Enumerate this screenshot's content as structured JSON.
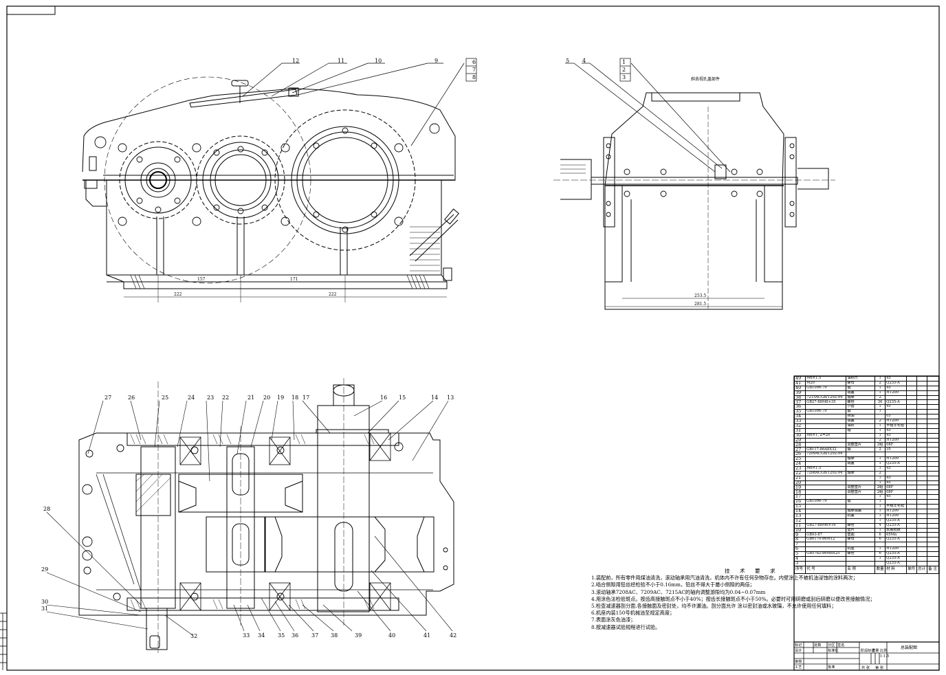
{
  "drawing": {
    "part_numbers_top_front": [
      "12",
      "11",
      "10",
      "9",
      "6",
      "7",
      "8"
    ],
    "part_numbers_top_side": [
      "5",
      "4",
      "1",
      "2",
      "3"
    ],
    "side_view_note": "斜去视孔盖部件",
    "dims_front": [
      "222",
      "222",
      "157",
      "171"
    ],
    "dims_side": [
      "253.5",
      "281.5"
    ],
    "part_numbers_bottom_top": [
      "27",
      "26",
      "25",
      "24",
      "23",
      "22",
      "21",
      "20",
      "19",
      "18",
      "17",
      "16",
      "15",
      "14",
      "13"
    ],
    "part_numbers_bottom_left": [
      "28",
      "29",
      "30",
      "31"
    ],
    "part_numbers_bottom_bottom": [
      "32",
      "33",
      "34",
      "35",
      "36",
      "37",
      "38",
      "39",
      "40",
      "41",
      "42"
    ]
  },
  "tech_requirements": {
    "title": "技 术 要 求",
    "items": [
      "1.装配前，所有零件用煤油清洗，滚动轴承用汽油清洗，机体内不许有任何杂物存在。内壁涂上不被机油浸蚀的涂料两次；",
      "2.啮合侧隙用铅丝经检验不小于0.16mm，铅丝不得大于最小侧隙的两倍；",
      "3.滚动轴承7208AC、7209AC、7215AC的轴向调整游隙均为0.04~0.07mm",
      "4.用涂色法检验斑点。按齿高接触斑点不小于40%；按齿长接触斑点不小于50%。必要时可用研磨或刮后研磨以便改善接触情况；",
      "5.检查减速器剖分面.各接触面及密封处，均不许漏油。剖分面允许  涂以密封油或水玻璃，不允许使用任何填料；",
      "6.机座内装150号机械油至规定高度；",
      "7.表面涂灰色油漆；",
      "8.按减速器试验规程进行试验。"
    ]
  },
  "bom": {
    "rows": [
      {
        "no": "49",
        "code": "M6×1.5",
        "name": "油标尺",
        "qty": "1",
        "mat": "45"
      },
      {
        "no": "41",
        "code": "M20",
        "name": "螺母",
        "qty": "2",
        "mat": "Q235-A"
      },
      {
        "no": "40",
        "code": "GB1096-79",
        "name": "键",
        "qty": "1",
        "mat": "45"
      },
      {
        "no": "39",
        "code": "",
        "name": "端盖",
        "qty": "1",
        "mat": "HT200"
      },
      {
        "no": "38",
        "code": "7215ACGB/T292-94",
        "name": "轴承",
        "qty": "2",
        "mat": ""
      },
      {
        "no": "37",
        "code": "GB27-88M8×35",
        "name": "螺栓",
        "qty": "36",
        "mat": "Q235-A"
      },
      {
        "no": "36",
        "code": "",
        "name": "小齿",
        "qty": "1",
        "mat": "45"
      },
      {
        "no": "35",
        "code": "GB1096-79",
        "name": "键",
        "qty": "1",
        "mat": ""
      },
      {
        "no": "34",
        "code": "",
        "name": "挡油",
        "qty": "",
        "mat": "05"
      },
      {
        "no": "33",
        "code": "",
        "name": "端盖",
        "qty": "2",
        "mat": "HT200"
      },
      {
        "no": "32",
        "code": "",
        "name": "油封",
        "qty": "1",
        "mat": "半粗羊毛毡"
      },
      {
        "no": "31",
        "code": "",
        "name": "轴",
        "qty": "1",
        "mat": "45"
      },
      {
        "no": "30",
        "code": "M6×1, Z=20",
        "name": "",
        "qty": "1",
        "mat": "45"
      },
      {
        "no": "29",
        "code": "",
        "name": "",
        "qty": "2",
        "mat": "HT200"
      },
      {
        "no": "28",
        "code": "",
        "name": "调整垫片",
        "qty": "2组",
        "mat": "08F"
      },
      {
        "no": "27",
        "code": "GB117-86A8X32",
        "name": "销",
        "qty": "2",
        "mat": "35"
      },
      {
        "no": "26",
        "code": "7209ACGB/T292-94",
        "name": "",
        "qty": "",
        "mat": ""
      },
      {
        "no": "25",
        "code": "",
        "name": "轴承",
        "qty": "1",
        "mat": "HT200"
      },
      {
        "no": "24",
        "code": "",
        "name": "端盖",
        "qty": "1",
        "mat": "Q235-A"
      },
      {
        "no": "23",
        "code": "M6×1.5",
        "name": "",
        "qty": "1",
        "mat": "45"
      },
      {
        "no": "22",
        "code": "7208ACGB/T292-94",
        "name": "轴承",
        "qty": "2",
        "mat": ""
      },
      {
        "no": "21",
        "code": "",
        "name": "",
        "qty": "1",
        "mat": "45"
      },
      {
        "no": "20",
        "code": "",
        "name": "",
        "qty": "1",
        "mat": "45"
      },
      {
        "no": "19",
        "code": "",
        "name": "调整垫片",
        "qty": "2组",
        "mat": "08F"
      },
      {
        "no": "18",
        "code": "",
        "name": "调整垫片",
        "qty": "2组",
        "mat": "08F"
      },
      {
        "no": "17",
        "code": "",
        "name": "",
        "qty": "1",
        "mat": "45"
      },
      {
        "no": "16",
        "code": "GB1096-79",
        "name": "键",
        "qty": "1",
        "mat": ""
      },
      {
        "no": "15",
        "code": "",
        "name": "",
        "qty": "1",
        "mat": "半粗羊毛毡"
      },
      {
        "no": "14",
        "code": "",
        "name": "轴承端盖",
        "qty": "1",
        "mat": "HT200"
      },
      {
        "no": "13",
        "code": "",
        "name": "机盖",
        "qty": "1",
        "mat": "HT200"
      },
      {
        "no": "12",
        "code": "",
        "name": "",
        "qty": "1",
        "mat": "Q235-A"
      },
      {
        "no": "11",
        "code": "GB27-88M6×16",
        "name": "螺栓",
        "qty": "4",
        "mat": "Q235-A"
      },
      {
        "no": "10",
        "code": "",
        "name": "垫片",
        "qty": "1",
        "mat": "软钢纸板"
      },
      {
        "no": "9",
        "code": "GB93-87",
        "name": "垫圈",
        "qty": "6",
        "mat": "65Mn"
      },
      {
        "no": "8",
        "code": "GB6170-86M12",
        "name": "螺母",
        "qty": "6",
        "mat": "Q235-A"
      },
      {
        "no": "7",
        "code": "",
        "name": "",
        "qty": "",
        "mat": ""
      },
      {
        "no": "6",
        "code": "",
        "name": "机座",
        "qty": "1",
        "mat": "HT200"
      },
      {
        "no": "5",
        "code": "GB5782-86M8X25",
        "name": "螺栓",
        "qty": "6",
        "mat": "Q235-A"
      },
      {
        "no": "4",
        "code": "",
        "name": "",
        "qty": "1",
        "mat": "Q235-A"
      },
      {
        "no": "3",
        "code": "",
        "name": "",
        "qty": "",
        "mat": "Q235-A"
      }
    ],
    "header": {
      "no": "序号",
      "code": "代     号",
      "name": "名    称",
      "qty": "数量",
      "mat": "材  料",
      "single": "单件",
      "total": "总计",
      "weight": "重    量",
      "remark": "备 注"
    }
  },
  "title_block": {
    "drawing_name": "总装配图",
    "labels": [
      "标记",
      "处数",
      "分区",
      "更改文件号",
      "签名",
      "年月日",
      "设计",
      "标准化",
      "审核",
      "工艺",
      "批准",
      "阶段标记",
      "重量",
      "比例",
      "1:1.5",
      "共  张",
      "第  张"
    ]
  }
}
